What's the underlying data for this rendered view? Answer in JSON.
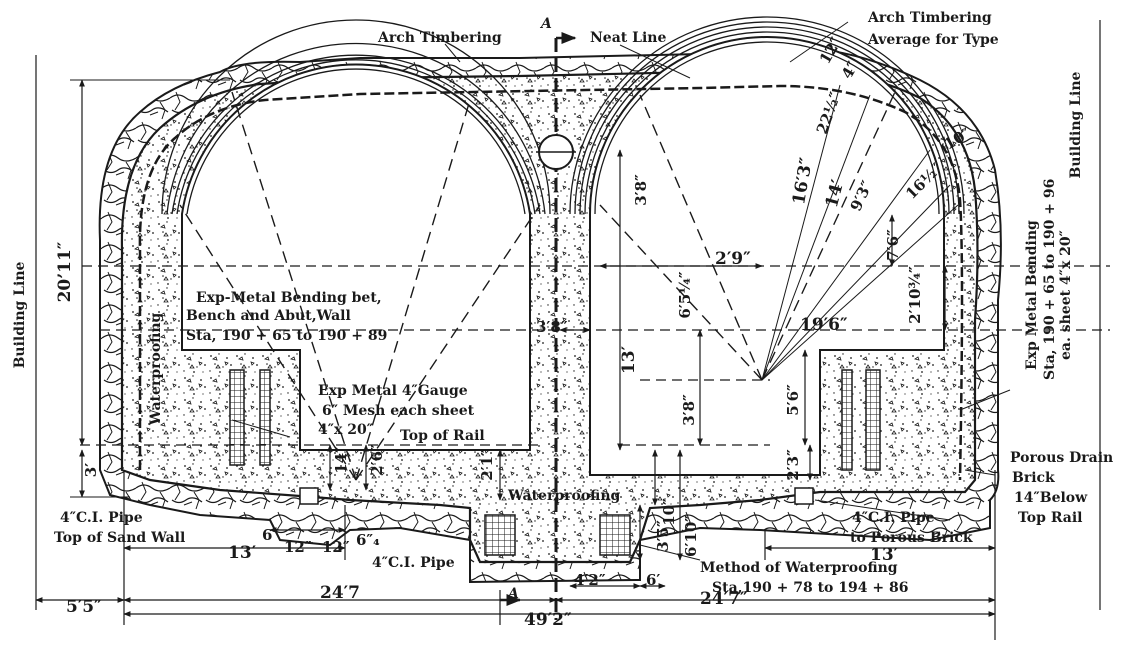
{
  "labels": {
    "arch_timbering": "Arch Timbering",
    "section_a_top": "A",
    "section_a_bottom": "A",
    "neat_line": "Neat Line",
    "arch_timbering_avg_1": "Arch Timbering",
    "arch_timbering_avg_2": "Average for Type",
    "building_line_left": "Building Line",
    "building_line_right": "Building Line",
    "exp_metal_bench_1": "Exp-Metal Bending bet,",
    "exp_metal_bench_2": "Bench and Abut,Wall",
    "exp_metal_bench_3": "Sta, 190 + 65 to 190 + 89",
    "waterproofing_left": "Waterproofing",
    "exp_metal_gauge_1": "Exp Metal 4″Gauge",
    "exp_metal_gauge_2": "6″ Mesh each sheet",
    "exp_metal_gauge_3": "4″x 20″",
    "top_of_rail": "Top of Rail",
    "exp_metal_right_1": "Exp Metal Bending",
    "exp_metal_right_2": "Sta, 190 + 65 to 190 + 96",
    "exp_metal_right_3": "ea. sheet 4″x 20″",
    "porous_drain_1": "Porous Drain",
    "porous_drain_2": "Brick",
    "porous_drain_3": "14″Below",
    "porous_drain_4": "Top Rail",
    "waterproofing_bottom": "Waterproofing",
    "ci_pipe_left_1": "4″C.I. Pipe",
    "ci_pipe_left_2": "Top of Sand Wall",
    "ci_pipe_mid": "4″C.I. Pipe",
    "ci_pipe_right_1": "4″C.I. Pipe",
    "ci_pipe_right_2": "to Porous Brick",
    "method_wp_1": "Method of Waterproofing",
    "method_wp_2": "Sta,190 + 78 to 194 + 86"
  },
  "dimensions": {
    "d_20_11": "20’11″",
    "d_3_left": "3′",
    "d_14": "14″",
    "d_2_6": "2′6″",
    "d_2_1": "2′1″",
    "d_3_8_top": "3′8″",
    "d_3_8_bottom": "3′8″",
    "d_16_3": "16′3″",
    "d_14_prime": "14′",
    "d_9_3": "9′3″",
    "d_2_9": "2′9″",
    "d_6_5": "6′5¼″",
    "d_7_6": "7′6″",
    "d_2_10": "2′10¾″",
    "d_19_6": "19′6″",
    "d_3_8_mid": "3′8″",
    "d_13_vert": "13′",
    "d_5_6": "5′6″",
    "d_2_3": "2′3″",
    "d_3_5": "3′5″",
    "d_6_10": "6′10″",
    "d_10": "10″",
    "d_13_left": "13′",
    "d_6_left": "6″",
    "d_12_a": "12″",
    "d_12_b": "12″",
    "d_6_4": "6″₄",
    "d_13_right": "13′",
    "d_4_2": "4′2″",
    "d_6_right": "6′",
    "d_5_5": "5′5″",
    "d_24_7_left": "24′7",
    "d_24_7_right": "24′7″",
    "d_49_2": "49′2″",
    "d_arc_1": "12″",
    "d_arc_2": "22½″",
    "d_arc_3": "16½″",
    "d_arc_4": "10″",
    "d_arc_5": "4″"
  },
  "colors": {
    "ink": "#1a1a1a",
    "paper": "#ffffff"
  }
}
